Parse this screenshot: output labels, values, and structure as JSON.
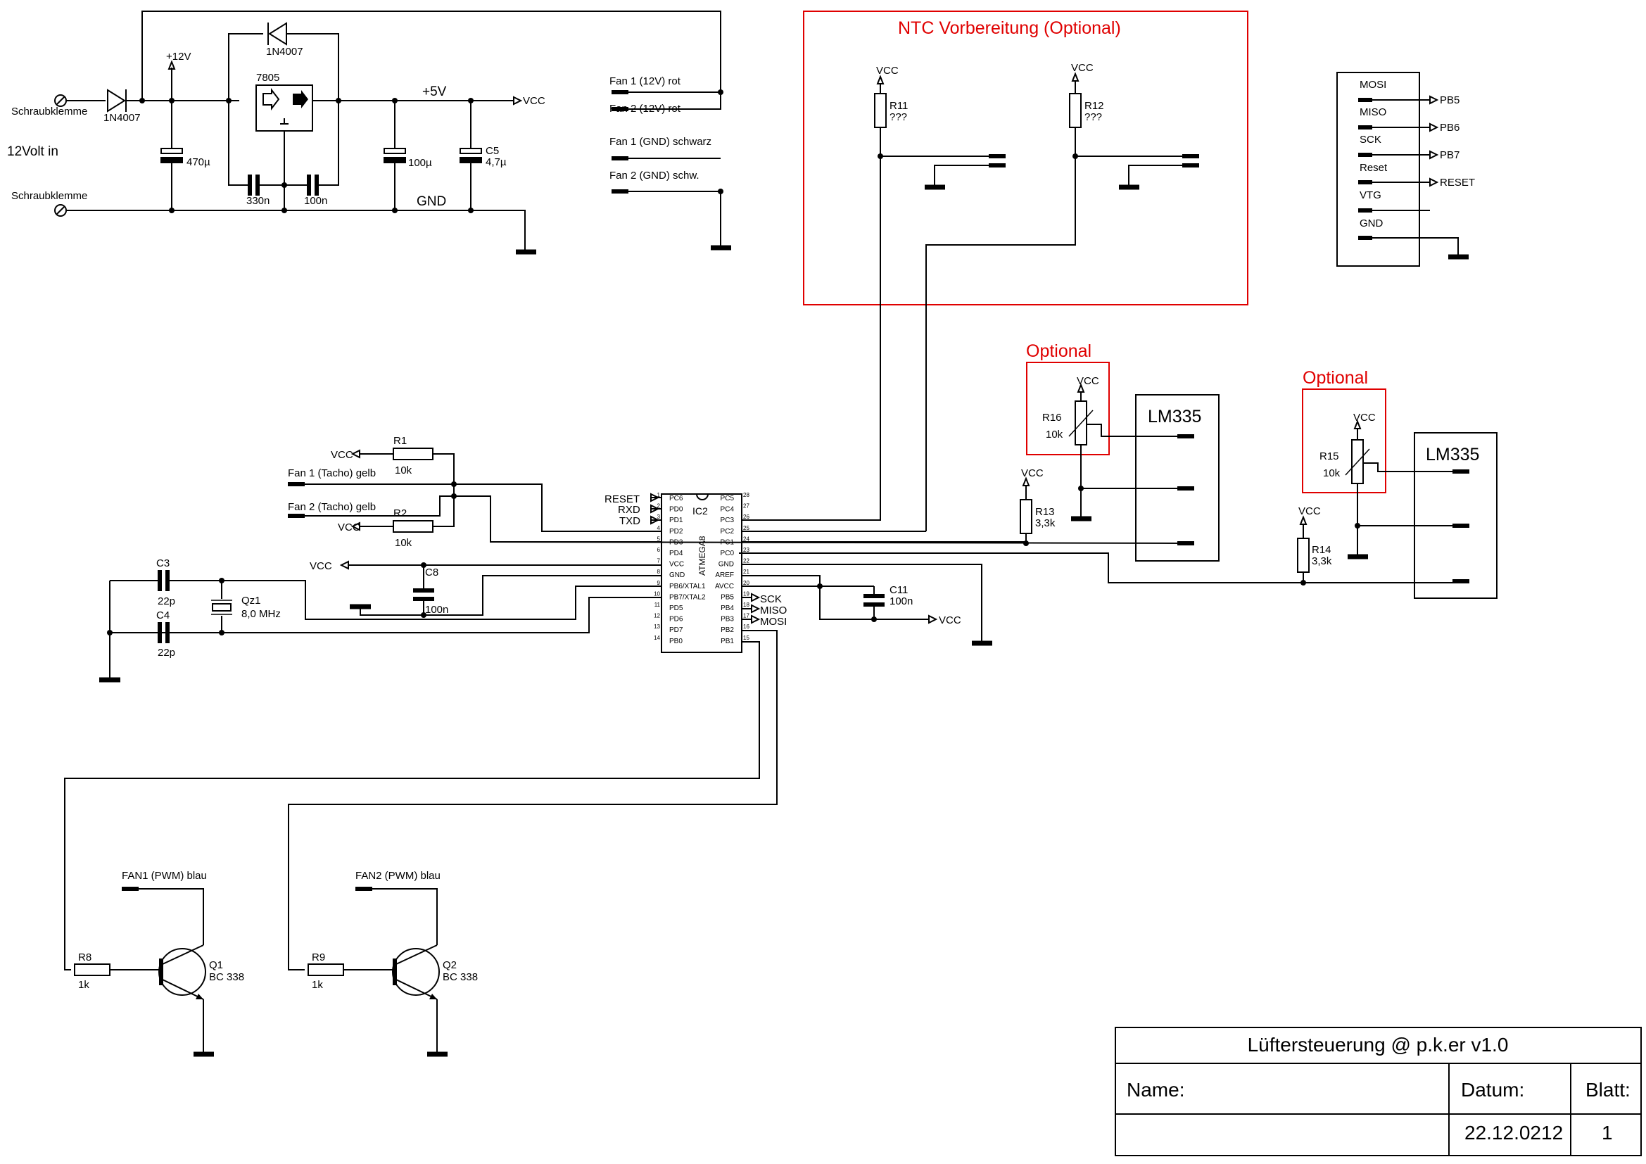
{
  "power": {
    "terminal_top": "Schraubklemme",
    "terminal_bottom": "Schraubklemme",
    "input_label": "12Volt in",
    "d_in": "1N4007",
    "d_bypass": "1N4007",
    "v12": "+12V",
    "regulator": "7805",
    "c_470": "470µ",
    "c_330": "330n",
    "c_100n": "100n",
    "c_100u": "100µ",
    "c5_name": "C5",
    "c5_val": "4,7µ",
    "v5": "+5V",
    "vcc": "VCC",
    "gnd": "GND"
  },
  "fans": {
    "fan1_12v": "Fan 1 (12V) rot",
    "fan2_12v": "Fan 2 (12V) rot",
    "fan1_gnd": "Fan 1 (GND) schwarz",
    "fan2_gnd": "Fan 2 (GND) schw."
  },
  "ntc": {
    "title": "NTC Vorbereitung (Optional)",
    "vcc": "VCC",
    "r11_name": "R11",
    "r11_val": "???",
    "r12_name": "R12",
    "r12_val": "???"
  },
  "isp": {
    "pins": [
      "MOSI",
      "MISO",
      "SCK",
      "Reset",
      "VTG",
      "GND"
    ],
    "targets": [
      "PB5",
      "PB6",
      "PB7",
      "RESET"
    ]
  },
  "sensors": {
    "optional": "Optional",
    "vcc": "VCC",
    "r16_name": "R16",
    "r16_val": "10k",
    "r15_name": "R15",
    "r15_val": "10k",
    "r13_name": "R13",
    "r13_val": "3,3k",
    "r14_name": "R14",
    "r14_val": "3,3k",
    "lm": "LM335"
  },
  "mcu": {
    "name": "IC2",
    "part": "ATMEGA8",
    "left_pins": [
      "PC6",
      "PD0",
      "PD1",
      "PD2",
      "PD3",
      "PD4",
      "VCC",
      "GND",
      "PB6/XTAL1",
      "PB7/XTAL2",
      "PD5",
      "PD6",
      "PD7",
      "PB0"
    ],
    "left_nums": [
      "1",
      "2",
      "3",
      "4",
      "5",
      "6",
      "7",
      "8",
      "9",
      "10",
      "11",
      "12",
      "13",
      "14"
    ],
    "right_pins": [
      "PC5",
      "PC4",
      "PC3",
      "PC2",
      "PC1",
      "PC0",
      "GND",
      "AREF",
      "AVCC",
      "PB5",
      "PB4",
      "PB3",
      "PB2",
      "PB1"
    ],
    "right_nums": [
      "28",
      "27",
      "26",
      "25",
      "24",
      "23",
      "22",
      "21",
      "20",
      "19",
      "18",
      "17",
      "16",
      "15"
    ],
    "out_reset": "RESET",
    "out_rxd": "RXD",
    "out_txd": "TXD",
    "out_sck": "SCK",
    "out_miso": "MISO",
    "out_mosi": "MOSI"
  },
  "mid": {
    "vcc": "VCC",
    "r1_name": "R1",
    "r1_val": "10k",
    "r2_name": "R2",
    "r2_val": "10k",
    "tacho1": "Fan 1 (Tacho) gelb",
    "tacho2": "Fan 2 (Tacho) gelb",
    "c8_name": "C8",
    "c8_val": "100n",
    "c3_name": "C3",
    "c3_val": "22p",
    "c4_name": "C4",
    "c4_val": "22p",
    "qz_name": "Qz1",
    "qz_val": "8,0 MHz",
    "c11_name": "C11",
    "c11_val": "100n"
  },
  "pwm": {
    "fan1": "FAN1 (PWM) blau",
    "fan2": "FAN2 (PWM) blau",
    "r8_name": "R8",
    "r8_val": "1k",
    "r9_name": "R9",
    "r9_val": "1k",
    "q1_name": "Q1",
    "q1_val": "BC 338",
    "q2_name": "Q2",
    "q2_val": "BC 338"
  },
  "titleblock": {
    "title": "Lüftersteuerung @ p.k.er v1.0",
    "name_label": "Name:",
    "date_label": "Datum:",
    "sheet_label": "Blatt:",
    "date_value": "22.12.0212",
    "sheet_value": "1"
  }
}
